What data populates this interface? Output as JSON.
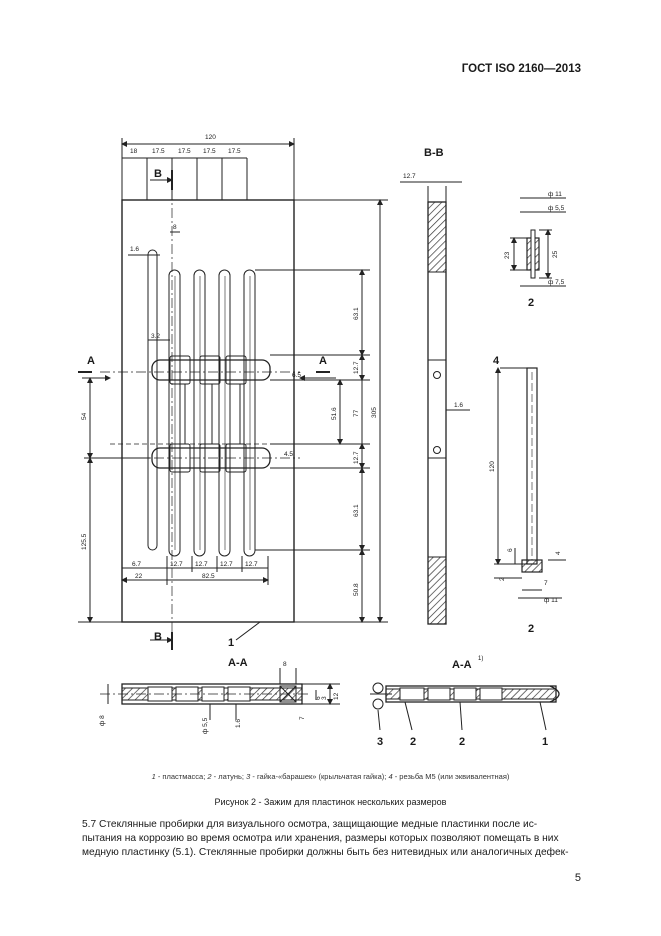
{
  "header": {
    "standard": "ГОСТ ISO 2160—2013"
  },
  "drawing": {
    "section_labels": {
      "bb": "B-B",
      "aa": "A-A",
      "aa1": "A-A",
      "aa1_sup": "1)"
    },
    "marker_labels": {
      "a": "A",
      "b": "B"
    },
    "dims_top": {
      "d120": "120",
      "d18": "18",
      "d175a": "17.5",
      "d175b": "17.5",
      "d175c": "17.5",
      "d175d": "17.5"
    },
    "dims_main": {
      "d8": "8",
      "d16": "1.6",
      "d32": "3.2",
      "d54": "54",
      "d1255": "125.5",
      "d631a": "63.1",
      "d127a": "12.7",
      "d516": "51.6",
      "d77": "77",
      "d305": "305",
      "d127b": "12.7",
      "d631b": "63.1",
      "d508": "50.8",
      "d67": "6.7",
      "d127c": "12.7",
      "d127d": "12.7",
      "d127e": "12.7",
      "d127f": "12.7",
      "d22": "22",
      "d825": "82.5",
      "d65": "6.5",
      "d45": "4.5"
    },
    "dims_bb": {
      "d127": "12.7",
      "d16": "1.6"
    },
    "dims_nut": {
      "d11": "ф 11",
      "d55": "ф 5,5",
      "d23": "23",
      "d25": "25",
      "d75": "ф 7,5"
    },
    "dims_bolt": {
      "d120": "120",
      "d6": "6",
      "d2": "2",
      "d4": "4",
      "d7": "7",
      "d11": "ф 11"
    },
    "dims_aa": {
      "d8": "8",
      "d6": "ф 8",
      "d55": "ф 5,5",
      "d16": "1.6",
      "d7": "7",
      "d6b": "6",
      "d3": "3",
      "d12": "12"
    },
    "callouts": {
      "c1a": "1",
      "c2a": "2",
      "c2b": "2",
      "c4": "4",
      "c3": "3",
      "c2c": "2",
      "c2d": "2",
      "c1b": "1"
    }
  },
  "legend": {
    "n1": "1",
    "t1": " - пластмасса; ",
    "n2": "2",
    "t2": " - латунь; ",
    "n3": "3",
    "t3": " - гайка-«барашек» (крыльчатая гайка); ",
    "n4": "4",
    "t4": " - резьба М5 (или эквивалентная)"
  },
  "figure_title": "Рисунок 2 - Зажим для пластинок нескольких размеров",
  "paragraph": {
    "line1": "5.7 Стеклянные пробирки для визуального осмотра, защищающие медные пластинки после ис-",
    "line2": "пытания на коррозию во время осмотра или хранения, размеры которых позволяют помещать в них",
    "line3": "медную пластинку (5.1). Стеклянные пробирки должны быть без нитевидных или аналогичных дефек-"
  },
  "page_number": "5"
}
